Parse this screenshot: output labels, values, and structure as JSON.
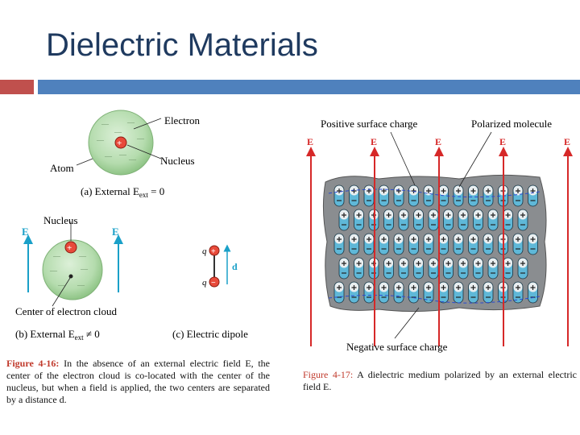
{
  "slide": {
    "title": "Dielectric Materials"
  },
  "fig16": {
    "electron_label": "Electron",
    "nucleus_label": "Nucleus",
    "atom_label": "Atom",
    "a_caption": "(a) External E",
    "a_caption_sub": "ext",
    "a_caption_tail": " = 0",
    "nucleus_label_b": "Nucleus",
    "field_left": "E",
    "field_right": "E",
    "center_label": "Center of electron cloud",
    "b_caption": "(b) External E",
    "b_caption_sub": "ext",
    "b_caption_tail": " ≠ 0",
    "c_caption": "(c)  Electric dipole",
    "dipole_q_top": "q",
    "dipole_q_bottom": "q",
    "dipole_d": "d",
    "caption_label": "Figure 4-16:",
    "caption_text": " In the absence of an external electric field E, the center of the electron cloud is co-located with the center of the nucleus, but when a field is applied, the two centers are separated by a distance d."
  },
  "fig17": {
    "top_left_label": "Positive surface charge",
    "top_right_label": "Polarized molecule",
    "bottom_label": "Negative surface charge",
    "field_labels": [
      "E",
      "E",
      "E",
      "E",
      "E"
    ],
    "caption_label": "Figure 4-17:",
    "caption_text": "  A dielectric medium polarized by an external electric field E."
  },
  "colors": {
    "title": "#1f3a5f",
    "accent_red": "#c0504d",
    "accent_blue": "#4f81bd",
    "field_red": "#d62828",
    "field_cyan": "#1aa0c8",
    "molecule_blue": "#5fb8d8",
    "medium_gray": "#8a8d90"
  }
}
